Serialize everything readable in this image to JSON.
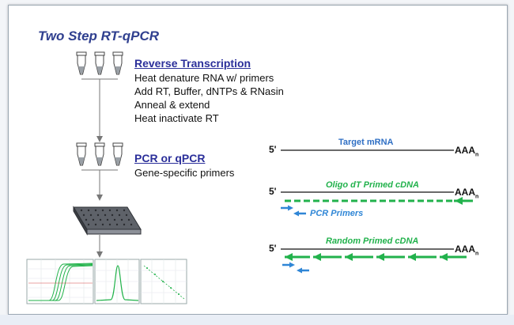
{
  "title": "Two Step RT-qPCR",
  "rt_section": {
    "heading": "Reverse Transcription",
    "steps": [
      "Heat denature RNA w/ primers",
      "Add RT,  Buffer, dNTPs & RNasin",
      "Anneal & extend",
      "Heat inactivate RT"
    ]
  },
  "pcr_section": {
    "heading": "PCR or qPCR",
    "steps": [
      "Gene-specific primers"
    ]
  },
  "diagrams": {
    "target_mrna": {
      "five_prime": "5'",
      "label": "Target  mRNA",
      "tail": "AAA",
      "tail_sub": "n"
    },
    "oligo_dt": {
      "five_prime": "5'",
      "label": "Oligo dT Primed cDNA",
      "tail": "AAA",
      "tail_sub": "n",
      "primer_label": "PCR Primers"
    },
    "random_primed": {
      "five_prime": "5'",
      "label": "Random Primed cDNA",
      "tail": "AAA",
      "tail_sub": "n"
    }
  },
  "colors": {
    "title": "#2f3f8f",
    "heading": "#2b2f9a",
    "mrna_label": "#2f6fc4",
    "cdna_green": "#22b24c",
    "primer_blue": "#2f86d6"
  },
  "icons": [
    "pcr-tube-icon",
    "96-well-plate-icon",
    "amplification-plot-icon",
    "melt-curve-icon",
    "standard-curve-icon"
  ]
}
